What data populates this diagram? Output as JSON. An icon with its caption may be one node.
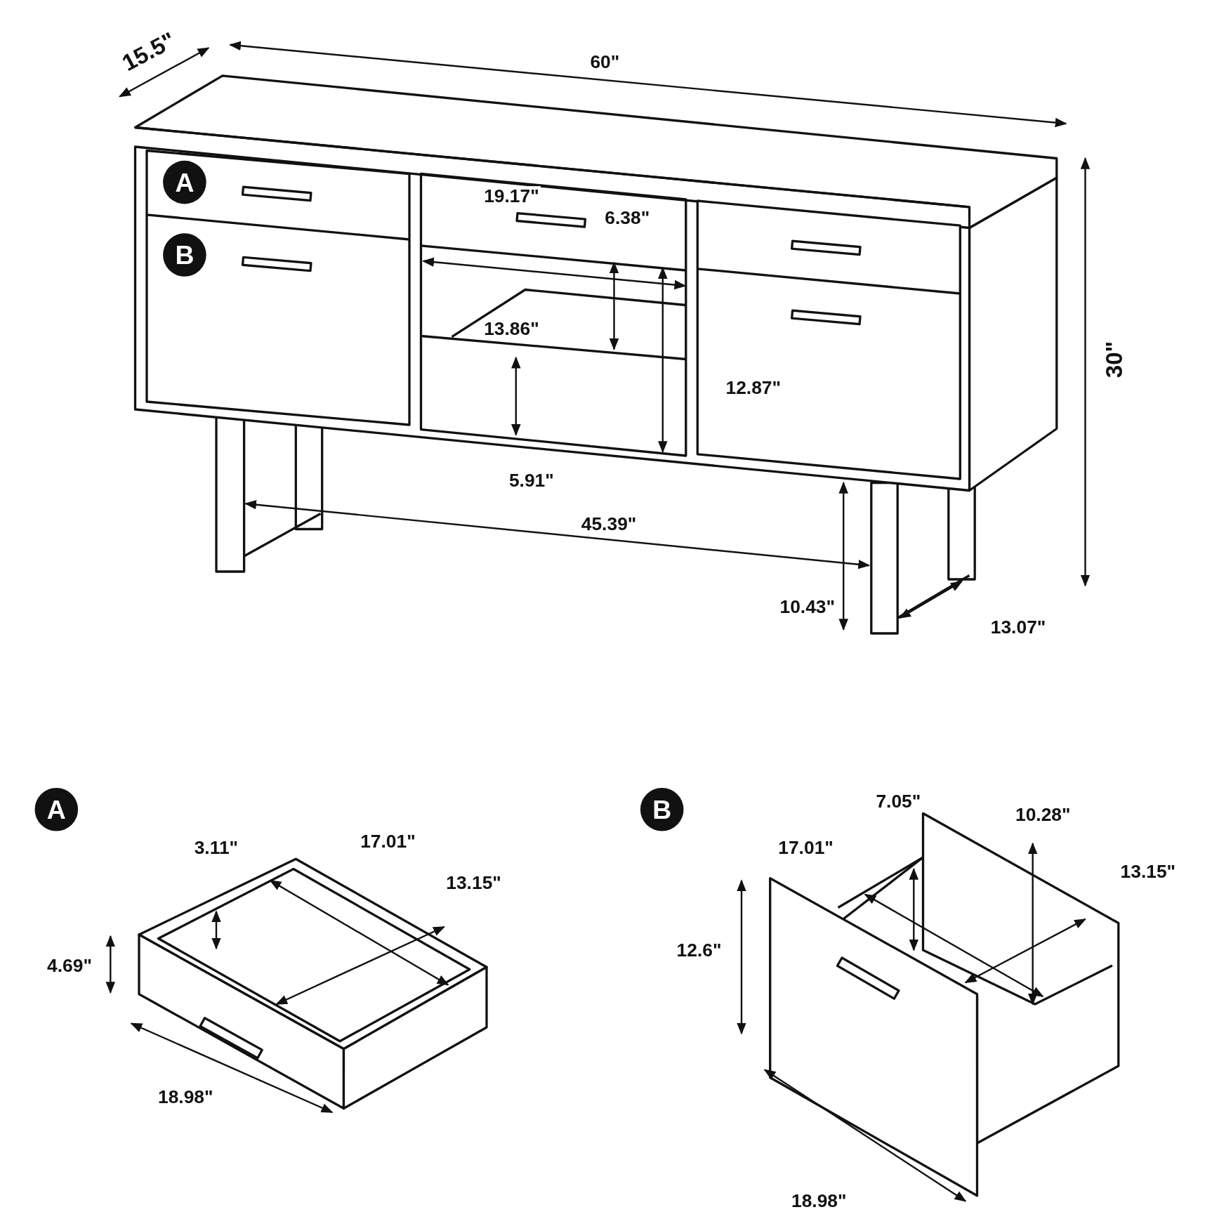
{
  "diagram": {
    "labels": [
      "15.5\"",
      "60\"",
      "A",
      "19.17\"",
      "6.38\"",
      "B",
      "13.86\"",
      "12.87\"",
      "30\"",
      "5.91\"",
      "45.39\"",
      "10.43\"",
      "13.07\"",
      "A",
      "B",
      "7.05\"",
      "10.28\"",
      "3.11\"",
      "17.01\"",
      "17.01\"",
      "13.15\"",
      "13.15\"",
      "12.6\"",
      "4.69\"",
      "18.98\"",
      "18.98\""
    ]
  }
}
